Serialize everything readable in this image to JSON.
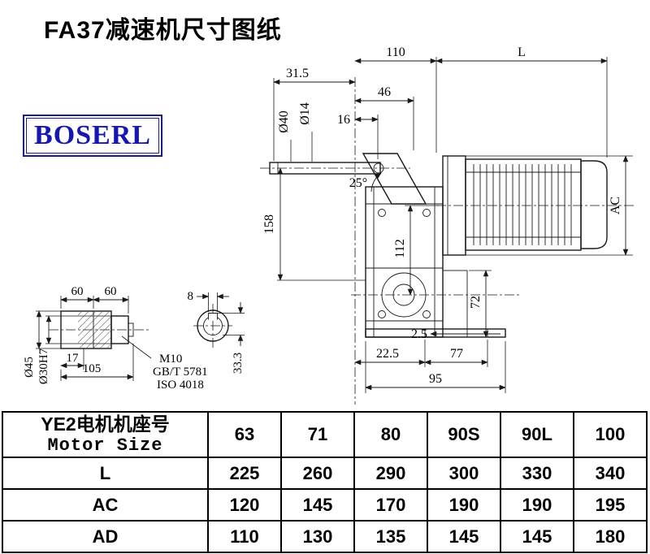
{
  "title": "FA37减速机尺寸图纸",
  "logo": "BOSERL",
  "main_view": {
    "dim_110": "110",
    "dim_L": "L",
    "dim_31_5": "31.5",
    "dim_46": "46",
    "dim_16": "16",
    "dim_dia40": "Ø40",
    "dim_dia14": "Ø14",
    "dim_angle": "25°",
    "dim_158": "158",
    "dim_112": "112",
    "dim_AC": "AC",
    "dim_72": "72",
    "dim_2_5": "2.5",
    "dim_22_5": "22.5",
    "dim_77": "77",
    "dim_95": "95"
  },
  "detail_view": {
    "dim_60_left": "60",
    "dim_60_right": "60",
    "dim_8": "8",
    "dim_dia45": "Ø45",
    "dim_dia30h7": "Ø30H7",
    "dim_17": "17",
    "dim_105": "105",
    "dim_33_3": "33.3",
    "note_m10": "M10",
    "note_gbt": "GB/T 5781",
    "note_iso": "ISO 4018"
  },
  "table": {
    "header_cn": "YE2电机机座号",
    "header_en": "Motor Size",
    "motor_sizes": [
      "63",
      "71",
      "80",
      "90S",
      "90L",
      "100"
    ],
    "rows": [
      {
        "label": "L",
        "values": [
          "225",
          "260",
          "290",
          "300",
          "330",
          "340"
        ]
      },
      {
        "label": "AC",
        "values": [
          "120",
          "145",
          "170",
          "190",
          "190",
          "195"
        ]
      },
      {
        "label": "AD",
        "values": [
          "110",
          "130",
          "135",
          "145",
          "145",
          "180"
        ]
      }
    ]
  }
}
